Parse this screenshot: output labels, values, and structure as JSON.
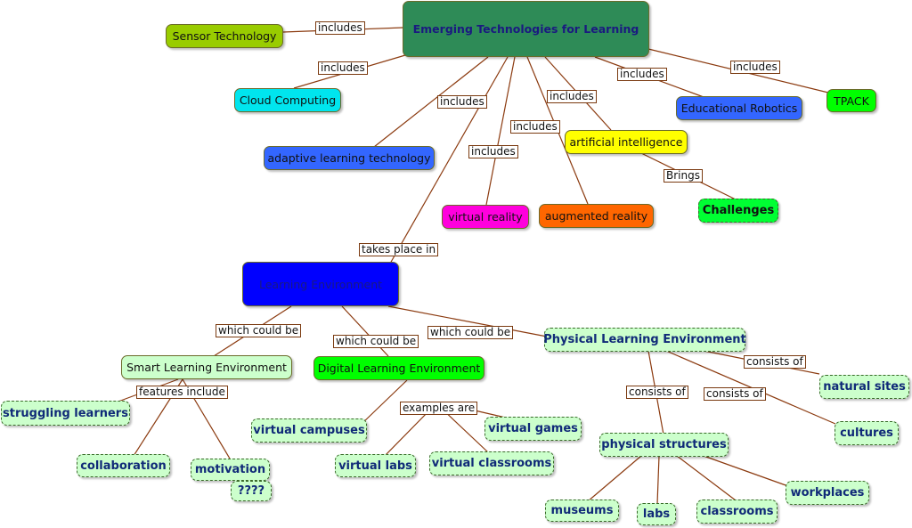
{
  "nodes": {
    "emerging": "Emerging Technologies for Learning",
    "sensor": "Sensor Technology",
    "cloud": "Cloud Computing",
    "adaptive": "adaptive learning technology",
    "vr": "virtual reality",
    "ar": "augmented reality",
    "ai": "artificial intelligence",
    "robotics": "Educational Robotics",
    "tpack": "TPACK",
    "challenges": "Challenges",
    "learning_env": "Learning Environment",
    "smart_env": "Smart Learning Environment",
    "digital_env": "Digital Learning Environment",
    "physical_env": "Physical Learning Environment",
    "struggling": "struggling learners",
    "collaboration": "collaboration",
    "motivation": "motivation",
    "unknown": "????",
    "v_campuses": "virtual campuses",
    "v_labs": "virtual labs",
    "v_classrooms": "virtual classrooms",
    "v_games": "virtual games",
    "phys_structures": "physical structures",
    "natural_sites": "natural sites",
    "cultures": "cultures",
    "museums": "museums",
    "labs": "labs",
    "classrooms": "classrooms",
    "workplaces": "workplaces"
  },
  "links": {
    "inc_sensor": "includes",
    "inc_cloud": "includes",
    "inc_adaptive": "includes",
    "inc_vr": "includes",
    "inc_ar": "includes",
    "inc_ai": "includes",
    "inc_robotics": "includes",
    "inc_tpack": "includes",
    "brings": "Brings",
    "takes_place": "takes place in",
    "could_be_1": "which could be",
    "could_be_2": "which could be",
    "could_be_3": "which could be",
    "features": "features include",
    "examples": "examples are",
    "consists_1": "consists of",
    "consists_2": "consists of",
    "consists_3": "consists of"
  },
  "colors": {
    "line": "#8b3a0f",
    "emerging": "#2e8b57",
    "sensor": "#99cc00",
    "cloud": "#00e5ee",
    "adaptive": "#3366ff",
    "vr": "#ff00dd",
    "ar": "#ff6600",
    "ai": "#ffff00",
    "robotics": "#3366ff",
    "tpack": "#00ff00",
    "challenges": "#00ff33",
    "learning_env": "#0000ff",
    "smart_env": "#ccffcc",
    "digital_env": "#00ff00",
    "pale_green": "#ccffcc"
  }
}
